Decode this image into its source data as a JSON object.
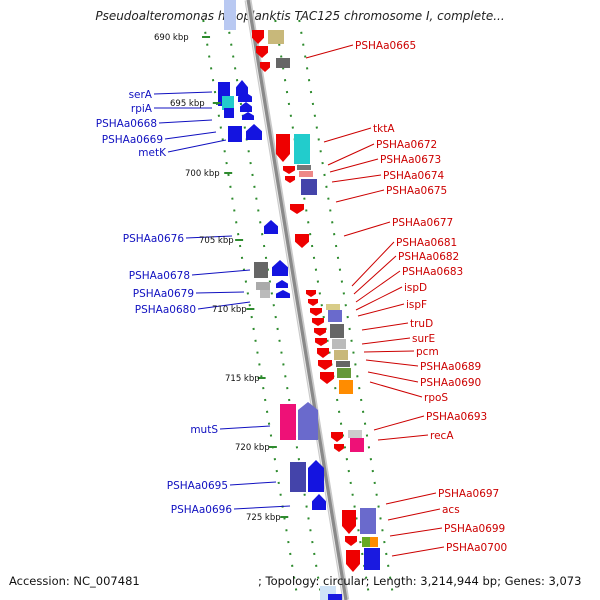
{
  "title": "Pseudoalteromonas haloplanktis TAC125 chromosome I, complete...",
  "footer": {
    "accession": "Accession: NC_007481",
    "topology": "; Topology: circular; Length: 3,214,944 bp; Genes: 3,073"
  },
  "colors": {
    "backbone": "#8a8a8a",
    "tick": "#2e8b2e",
    "left_labels": "#1010c0",
    "right_labels": "#cc0000"
  },
  "scale_labels": [
    {
      "text": "690 kbp",
      "kbp": 690
    },
    {
      "text": "695 kbp",
      "kbp": 695
    },
    {
      "text": "700 kbp",
      "kbp": 700
    },
    {
      "text": "705 kbp",
      "kbp": 705
    },
    {
      "text": "710 kbp",
      "kbp": 710
    },
    {
      "text": "715 kbp",
      "kbp": 715
    },
    {
      "text": "720 kbp",
      "kbp": 720
    },
    {
      "text": "725 kbp",
      "kbp": 725
    }
  ],
  "left_genes": [
    {
      "name": "serA"
    },
    {
      "name": "rpiA"
    },
    {
      "name": "PSHAa0668"
    },
    {
      "name": "PSHAa0669"
    },
    {
      "name": "metK"
    },
    {
      "name": "PSHAa0676"
    },
    {
      "name": "PSHAa0678"
    },
    {
      "name": "PSHAa0679"
    },
    {
      "name": "PSHAa0680"
    },
    {
      "name": "mutS"
    },
    {
      "name": "PSHAa0695"
    },
    {
      "name": "PSHAa0696"
    }
  ],
  "right_genes": [
    {
      "name": "PSHAa0665"
    },
    {
      "name": "tktA"
    },
    {
      "name": "PSHAa0672"
    },
    {
      "name": "PSHAa0673"
    },
    {
      "name": "PSHAa0674"
    },
    {
      "name": "PSHAa0675"
    },
    {
      "name": "PSHAa0677"
    },
    {
      "name": "PSHAa0681"
    },
    {
      "name": "PSHAa0682"
    },
    {
      "name": "PSHAa0683"
    },
    {
      "name": "ispD"
    },
    {
      "name": "ispF"
    },
    {
      "name": "truD"
    },
    {
      "name": "surE"
    },
    {
      "name": "pcm"
    },
    {
      "name": "PSHAa0689"
    },
    {
      "name": "PSHAa0690"
    },
    {
      "name": "rpoS"
    },
    {
      "name": "PSHAa0693"
    },
    {
      "name": "recA"
    },
    {
      "name": "PSHAa0697"
    },
    {
      "name": "acs"
    },
    {
      "name": "PSHAa0699"
    },
    {
      "name": "PSHAa0700"
    }
  ]
}
